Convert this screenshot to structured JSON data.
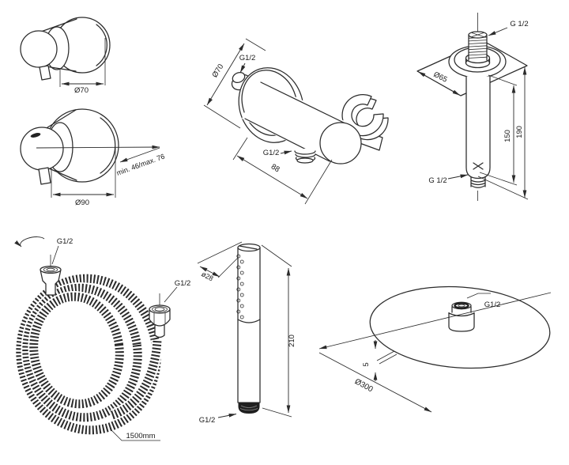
{
  "colors": {
    "background": "#ffffff",
    "line": "#2b2b2b",
    "text": "#1a1a1a",
    "dark_fill": "#1f1f1f"
  },
  "drawings": [
    {
      "part": "concealed-mixer",
      "labels": {
        "front_diameter": "Ø70",
        "plate_diameter": "Ø90",
        "mount_depth": "min. 46/max. 76"
      }
    },
    {
      "part": "wall-elbow-with-handset-holder",
      "labels": {
        "plate_diameter": "Ø70",
        "inlet_thread": "G1/2",
        "outlet_thread": "G1/2",
        "length": "88"
      }
    },
    {
      "part": "ceiling-shower-arm",
      "labels": {
        "top_thread": "G 1/2",
        "plate_diameter": "Ø65",
        "arm_length": "150",
        "total_length": "190",
        "bottom_thread": "G 1/2"
      }
    },
    {
      "part": "shower-hose",
      "labels": {
        "swivel_thread": "G1/2",
        "end_thread": "G1/2",
        "length": "1500mm"
      }
    },
    {
      "part": "hand-shower",
      "labels": {
        "diameter": "ø28",
        "length": "210",
        "thread": "G1/2"
      }
    },
    {
      "part": "overhead-shower",
      "labels": {
        "thread": "G1/2",
        "edge_thickness": "5",
        "diameter": "Ø300"
      }
    }
  ]
}
